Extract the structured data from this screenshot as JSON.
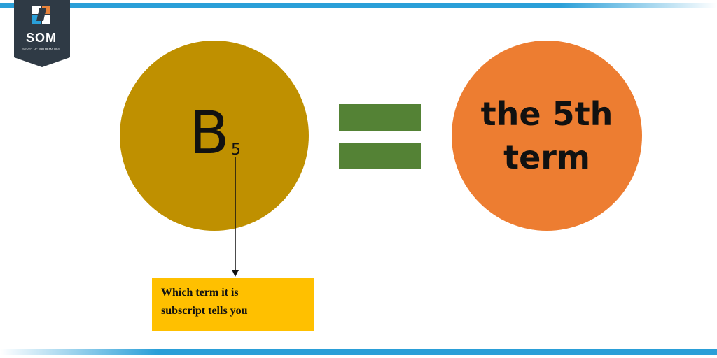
{
  "logo": {
    "name": "SOM",
    "tagline": "STORY OF MATHEMATICS",
    "icon": "som-logo-icon"
  },
  "diagram": {
    "symbol": "B",
    "subscript": "5",
    "equals_icon": "equals-sign",
    "meaning_lines": [
      "the 5th",
      "term"
    ],
    "note_lines": [
      "Which term it is",
      "subscript tells you"
    ]
  },
  "colors": {
    "left_circle": "#bf9000",
    "right_circle": "#ed7d31",
    "equals": "#548235",
    "note_box": "#ffc000",
    "accent_bar": "#2a9fd8",
    "logo_badge": "#2f3a45"
  }
}
